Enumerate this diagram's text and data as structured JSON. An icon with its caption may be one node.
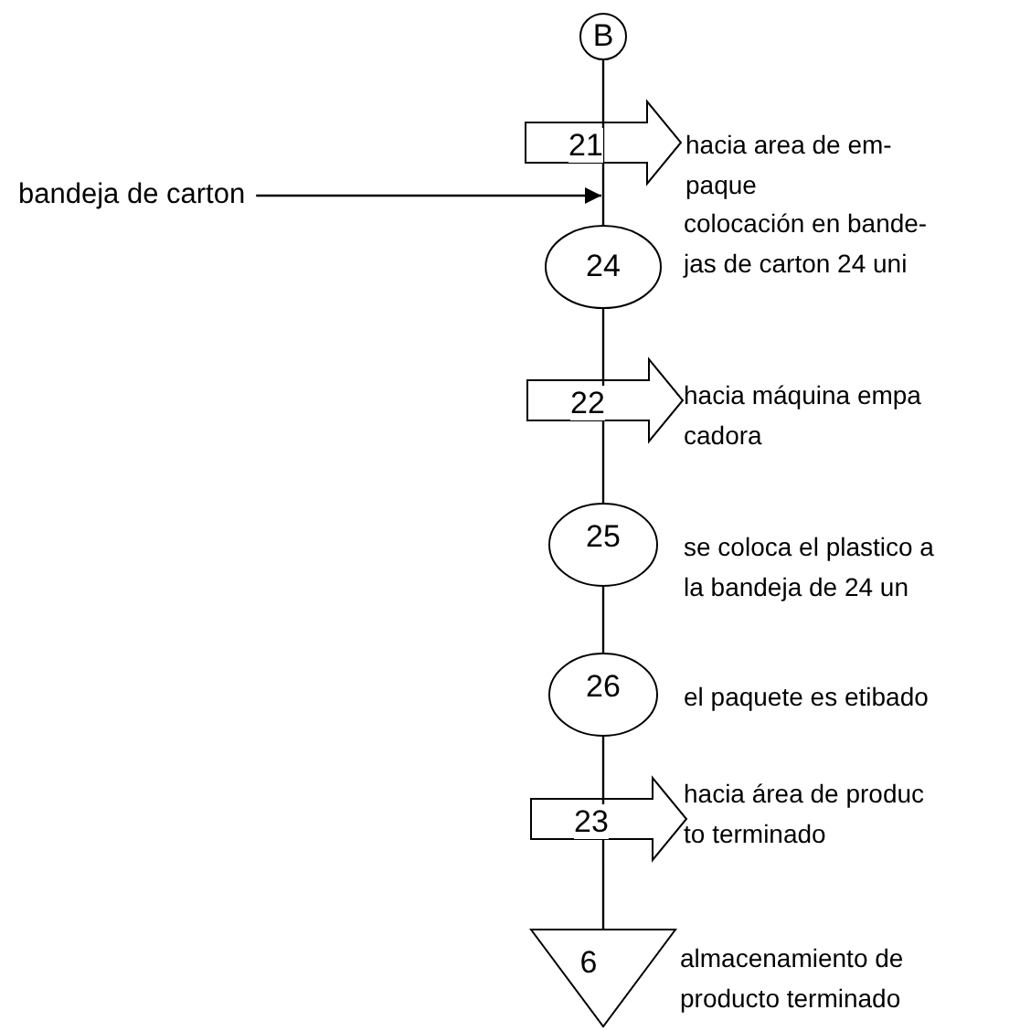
{
  "diagram": {
    "nodes": [
      {
        "text": [
          "B"
        ]
      },
      {
        "text": [
          "21"
        ],
        "beside": [
          "hacia area de em- paque"
        ]
      },
      {
        "text": [
          "24"
        ],
        "beside": [
          "colocación en bande- jas de carton 24 uni"
        ]
      },
      {
        "text": [
          "22"
        ],
        "beside": [
          "hacia máquina empa cadora"
        ]
      },
      {
        "text": [
          "25"
        ],
        "beside": [
          "se coloca el plastico a la bandeja de 24 un"
        ]
      },
      {
        "text": [
          "26"
        ],
        "beside": [
          "el paquete es etibado"
        ]
      },
      {
        "text": [
          "23"
        ],
        "beside": [
          "hacia área de produc to terminado"
        ]
      },
      {
        "text": [
          "6"
        ],
        "beside": [
          "almacenamiento de producto terminado"
        ]
      },
      {
        "text": [
          "bandeja de carton"
        ]
      }
    ],
    "edges": [
      {
        "from": 0,
        "to": 1,
        "arrow": "none"
      },
      {
        "from": 1,
        "to": 2,
        "arrow": "none"
      },
      {
        "from": 2,
        "to": 3,
        "arrow": "none"
      },
      {
        "from": 3,
        "to": 4,
        "arrow": "none"
      },
      {
        "from": 4,
        "to": 5,
        "arrow": "none"
      },
      {
        "from": 5,
        "to": 6,
        "arrow": "none"
      },
      {
        "from": 6,
        "to": 7,
        "arrow": "none"
      },
      {
        "from": 8,
        "to": 2,
        "arrow": "to"
      }
    ]
  }
}
